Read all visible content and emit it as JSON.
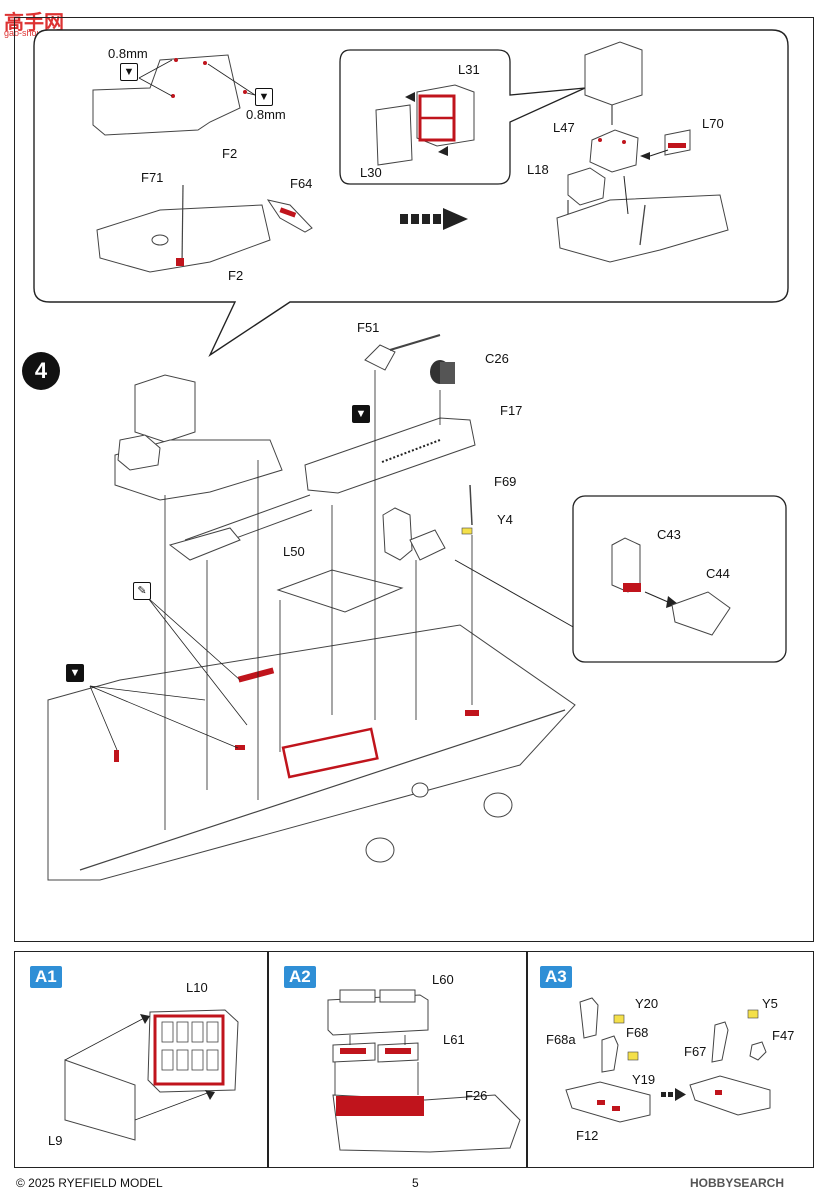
{
  "watermark": {
    "logo_text": "高手网",
    "url": "gao-shou.com"
  },
  "main_step": {
    "number": "4"
  },
  "top_callout": {
    "labels": {
      "mm_a": "0.8mm",
      "mm_b": "0.8mm",
      "f2_a": "F2",
      "f71": "F71",
      "f64": "F64",
      "f2_b": "F2",
      "l31": "L31",
      "l30": "L30",
      "l47": "L47",
      "l70": "L70",
      "l18": "L18"
    }
  },
  "main_labels": {
    "f51": "F51",
    "c26": "C26",
    "f17": "F17",
    "f69": "F69",
    "y4": "Y4",
    "l50": "L50",
    "c43": "C43",
    "c44": "C44"
  },
  "sub_panels": [
    {
      "tag": "A1",
      "labels": [
        "L10",
        "L9"
      ]
    },
    {
      "tag": "A2",
      "labels": [
        "L60",
        "L61",
        "F26"
      ]
    },
    {
      "tag": "A3",
      "labels": [
        "Y20",
        "F68a",
        "F68",
        "Y19",
        "F12",
        "Y5",
        "F67",
        "F47"
      ]
    }
  ],
  "footer": {
    "copyright": "© 2025 RYEFIELD MODEL",
    "page_number": "5",
    "watermark_right": "HOBBYSEARCH"
  },
  "colors": {
    "accent_red": "#c0141c",
    "tag_blue": "#2f8fd6",
    "highlight_yellow": "#f4e04a"
  }
}
